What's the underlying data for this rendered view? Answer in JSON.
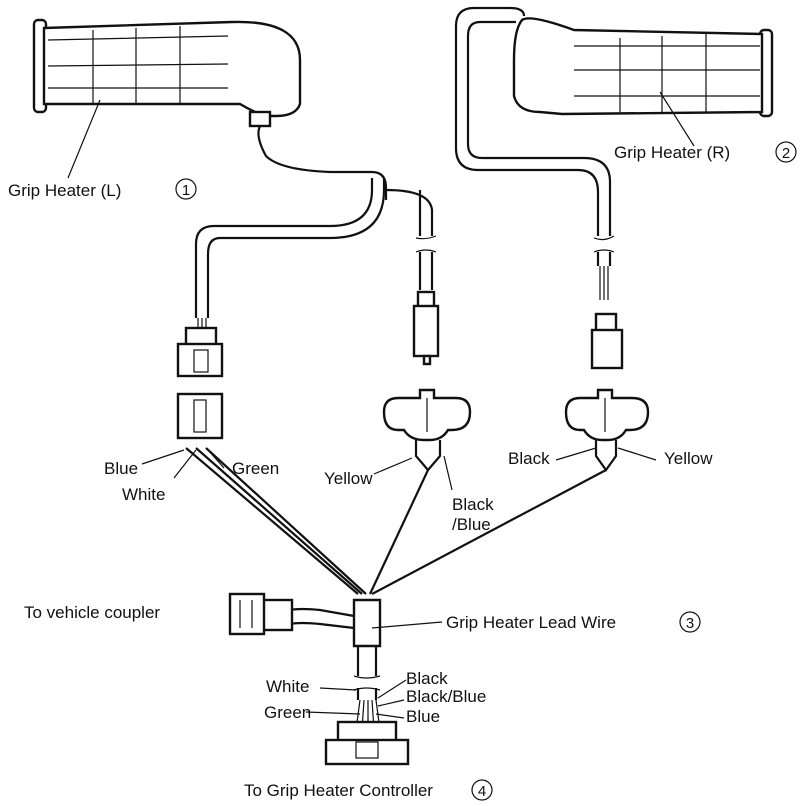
{
  "components": {
    "grip_left": {
      "name": "Grip Heater (L)",
      "number": "1"
    },
    "grip_right": {
      "name": "Grip Heater (R)",
      "number": "2"
    },
    "lead_wire": {
      "name": "Grip Heater Lead Wire",
      "number": "3"
    },
    "controller": {
      "name": "To Grip Heater Controller",
      "number": "4"
    },
    "vehicle_coupler": {
      "name": "To vehicle coupler"
    }
  },
  "wires": {
    "left_coupler": {
      "blue": "Blue",
      "white": "White",
      "green": "Green"
    },
    "left_bullet": {
      "yellow": "Yellow",
      "black_blue": "Black",
      "black_blue_2": "/Blue"
    },
    "right_bullet": {
      "black": "Black",
      "yellow": "Yellow"
    },
    "controller_side": {
      "white": "White",
      "green": "Green",
      "black": "Black",
      "black_blue": "Black/Blue",
      "blue": "Blue"
    }
  }
}
